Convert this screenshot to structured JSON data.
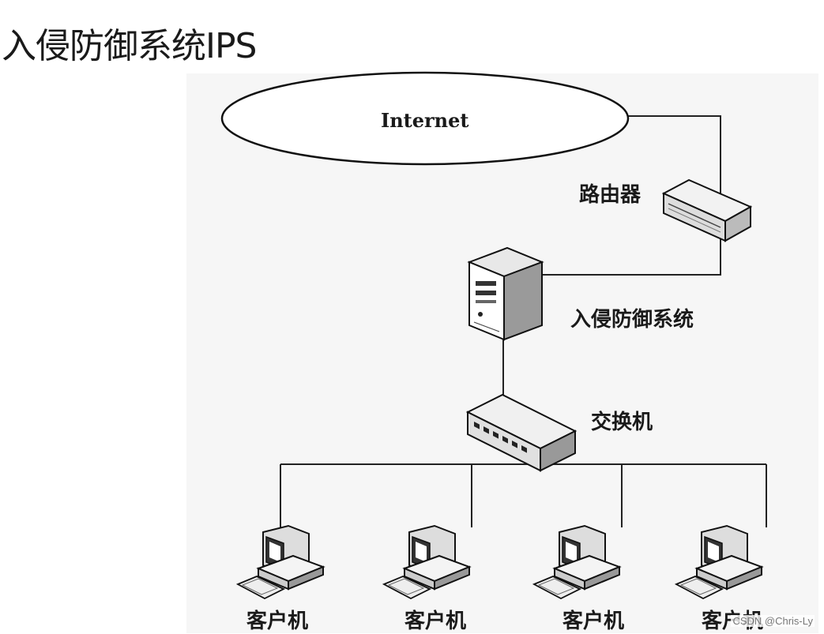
{
  "title": "入侵防御系统IPS",
  "diagram": {
    "internet_label": "Internet",
    "router_label": "路由器",
    "ips_label": "入侵防御系统",
    "switch_label": "交换机",
    "client_labels": [
      "客户机",
      "客户机",
      "客户机",
      "客户机"
    ]
  },
  "watermark": "CSDN @Chris-Ly"
}
